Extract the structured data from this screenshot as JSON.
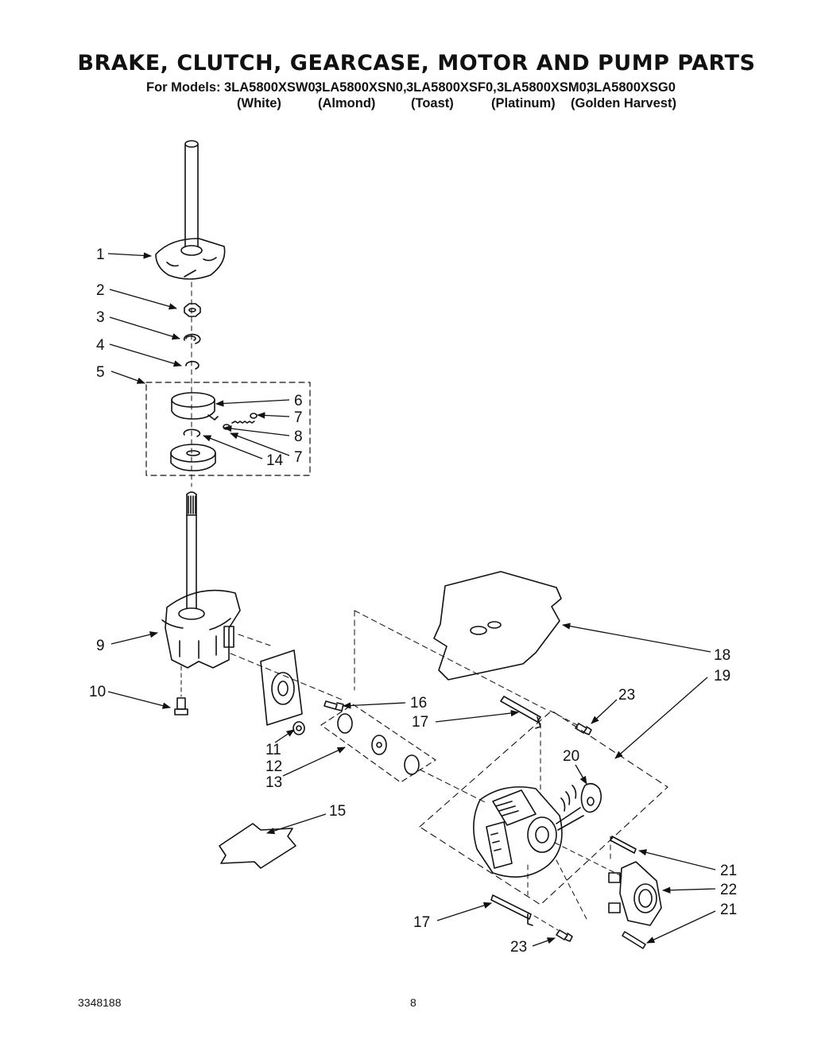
{
  "title": "BRAKE, CLUTCH, GEARCASE, MOTOR AND PUMP PARTS",
  "for_models_label": "For Models:",
  "models": [
    {
      "code": "3LA5800XSW0,",
      "color": "(White)"
    },
    {
      "code": "3LA5800XSN0,",
      "color": "(Almond)"
    },
    {
      "code": "3LA5800XSF0,",
      "color": "(Toast)"
    },
    {
      "code": "3LA5800XSM0,",
      "color": "(Platinum)"
    },
    {
      "code": "3LA5800XSG0",
      "color": "(Golden Harvest)"
    }
  ],
  "callouts": [
    "1",
    "2",
    "3",
    "4",
    "5",
    "6",
    "7",
    "8",
    "7",
    "14",
    "9",
    "10",
    "11",
    "12",
    "13",
    "16",
    "17",
    "15",
    "18",
    "19",
    "23",
    "20",
    "21",
    "22",
    "21",
    "17",
    "23"
  ],
  "footer": {
    "doc_number": "3348188",
    "page_number": "8"
  }
}
